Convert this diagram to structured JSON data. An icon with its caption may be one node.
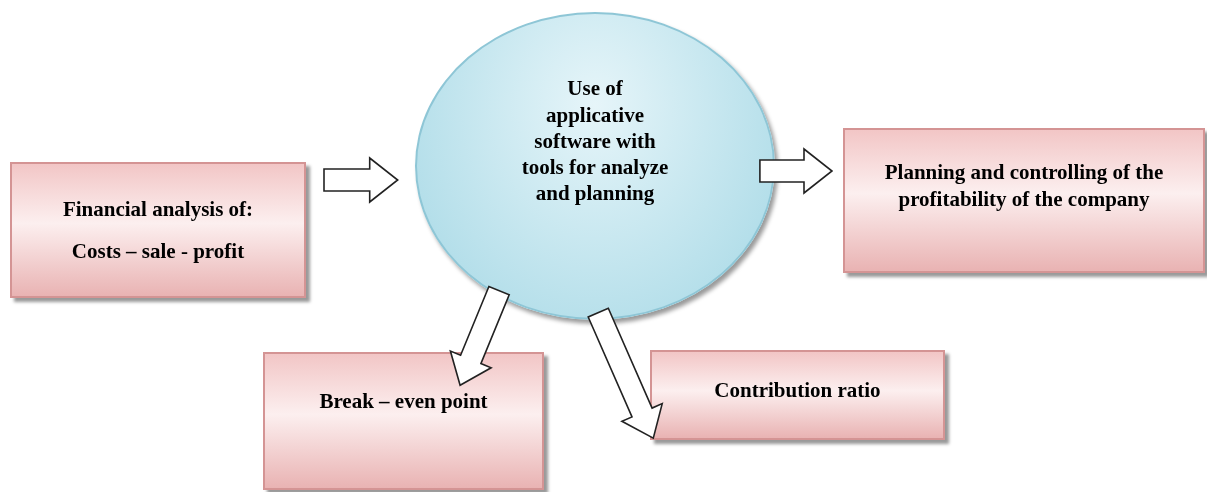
{
  "diagram": {
    "nodes": [
      {
        "text": [
          "Financial analysis of:",
          "Costs – sale - profit"
        ]
      },
      {
        "text": [
          "Use of applicative software with tools for analyze and planning"
        ]
      },
      {
        "text": [
          "Planning and controlling of the profitability of the company"
        ]
      },
      {
        "text": [
          "Break – even point"
        ]
      },
      {
        "text": [
          "Contribution ratio"
        ]
      }
    ],
    "edges": [
      {
        "from": 0,
        "to": 1,
        "arrow": "to"
      },
      {
        "from": 1,
        "to": 2,
        "arrow": "to"
      },
      {
        "from": 1,
        "to": 3,
        "arrow": "to"
      },
      {
        "from": 1,
        "to": 4,
        "arrow": "to"
      }
    ]
  }
}
